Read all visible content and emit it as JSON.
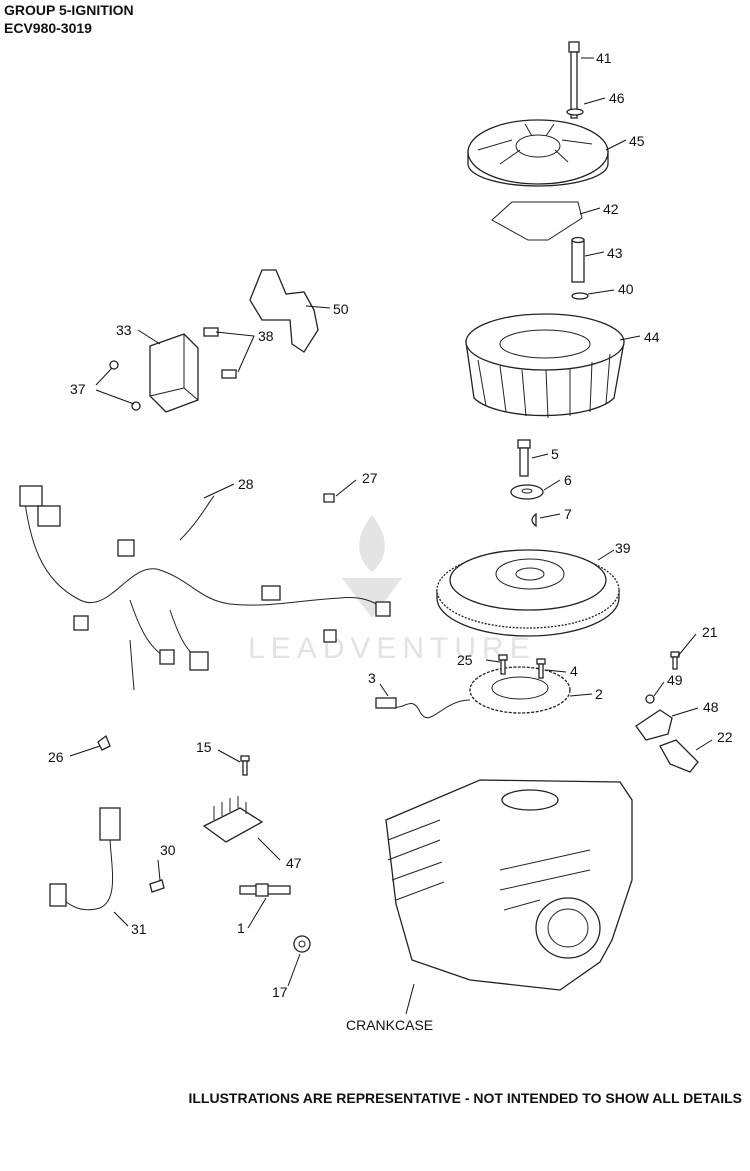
{
  "header": {
    "group": "GROUP 5-IGNITION",
    "model": "ECV980-3019"
  },
  "watermark": {
    "text": "LEADVENTURE",
    "color": "#e2e2e2"
  },
  "footer": {
    "note": "ILLUSTRATIONS ARE REPRESENTATIVE - NOT INTENDED TO SHOW ALL DETAILS"
  },
  "callouts": [
    "41",
    "46",
    "45",
    "42",
    "43",
    "40",
    "44",
    "50",
    "33",
    "38",
    "37",
    "5",
    "6",
    "7",
    "28",
    "27",
    "39",
    "21",
    "25",
    "4",
    "3",
    "2",
    "49",
    "48",
    "22",
    "26",
    "15",
    "30",
    "47",
    "31",
    "1",
    "17",
    "CRANKCASE"
  ]
}
